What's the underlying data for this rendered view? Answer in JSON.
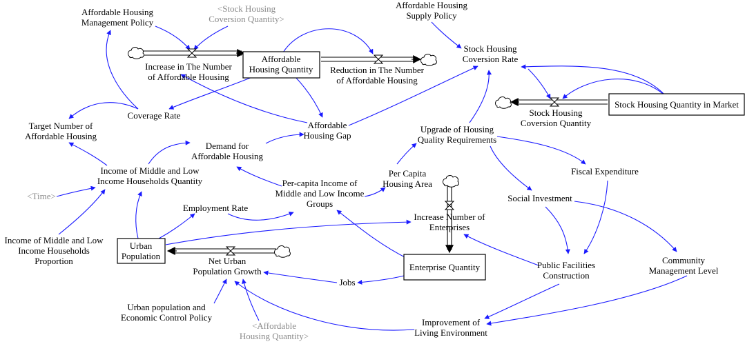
{
  "colors": {
    "link": "#1a1aff",
    "shadow_text": "#8a8a8a",
    "stock_border": "#000000"
  },
  "stocks": {
    "affordable_housing_quantity": [
      "Affordable",
      "Housing Quantity"
    ],
    "stock_housing_quantity_in_market": [
      "Stock Housing Quantity in Market"
    ],
    "urban_population": [
      "Urban",
      "Population"
    ],
    "enterprise_quantity": [
      "Enterprise Quantity"
    ]
  },
  "flows": {
    "increase_affordable_housing": [
      "Increase in The Number",
      "of Affordable Housing"
    ],
    "reduction_affordable_housing": [
      "Reduction in The Number",
      "of Affordable Housing"
    ],
    "stock_housing_coversion_quantity": [
      "Stock Housing",
      "Coversion Quantity"
    ],
    "increase_number_of_enterprises": [
      "Increase Number of",
      "Enterprises"
    ],
    "net_urban_population_growth": [
      "Net Urban",
      "Population Growth"
    ]
  },
  "variables": {
    "affordable_housing_management_policy": [
      "Affordable Housing",
      "Management Policy"
    ],
    "affordable_housing_supply_policy": [
      "Affordable Housing",
      "Supply Policy"
    ],
    "stock_housing_coversion_rate": [
      "Stock Housing",
      "Coversion Rate"
    ],
    "coverage_rate": [
      "Coverage Rate"
    ],
    "target_number_of_affordable_housing": [
      "Target Number of",
      "Affordable Housing"
    ],
    "affordable_housing_gap": [
      "Affordable",
      "Housing Gap"
    ],
    "demand_for_affordable_housing": [
      "Demand for",
      "Affordable Housing"
    ],
    "upgrade_of_housing_quality_requirements": [
      "Upgrade of Housing",
      "Quality Requirements"
    ],
    "income_of_middle_and_low_income_households_quantity": [
      "Income of Middle and Low",
      "Income Households Quantity"
    ],
    "per_capita_income": [
      "Per-capita Income of",
      "Middle and Low Income",
      "Groups"
    ],
    "per_capita_housing_area": [
      "Per Capita",
      "Housing Area"
    ],
    "fiscal_expenditure": [
      "Fiscal Expenditure"
    ],
    "employment_rate": [
      "Employment Rate"
    ],
    "social_investment": [
      "Social Investment"
    ],
    "income_proportion": [
      "Income of Middle and Low",
      "Income Households",
      "Proportion"
    ],
    "community_management_level": [
      "Community",
      "Management Level"
    ],
    "public_facilities_construction": [
      "Public Facilities",
      "Construction"
    ],
    "jobs": [
      "Jobs"
    ],
    "urban_population_policy": [
      "Urban population and",
      "Economic Control Policy"
    ],
    "improvement_of_living_environment": [
      "Improvement of",
      "Living Environment"
    ]
  },
  "shadow_variables": {
    "stock_housing_coversion_quantity_shadow": [
      "<Stock Housing",
      "Coversion Quantity>"
    ],
    "time_shadow": [
      "<Time>"
    ],
    "affordable_housing_quantity_shadow": [
      "<Affordable",
      "Housing Quantity>"
    ]
  }
}
